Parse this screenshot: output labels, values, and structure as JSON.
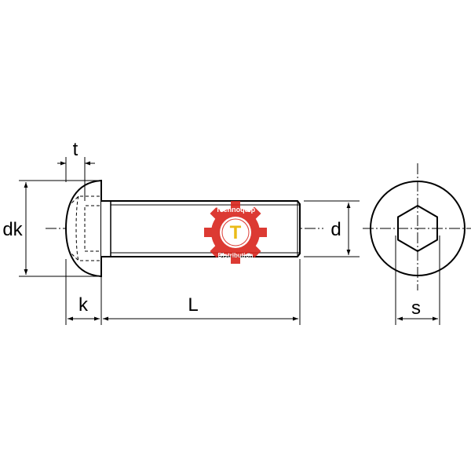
{
  "labels": {
    "t": "t",
    "dk": "dk",
    "d": "d",
    "k": "k",
    "L": "L",
    "s": "s"
  },
  "watermark": {
    "logo_text_top": "Technoquip",
    "logo_text_bottom": "Distribution",
    "logo_letter": "T",
    "colors": {
      "gear": "#d9251d",
      "inner": "#ffffff",
      "letter": "#e8b400"
    }
  },
  "colors": {
    "line": "#000000",
    "background": "#ffffff"
  }
}
